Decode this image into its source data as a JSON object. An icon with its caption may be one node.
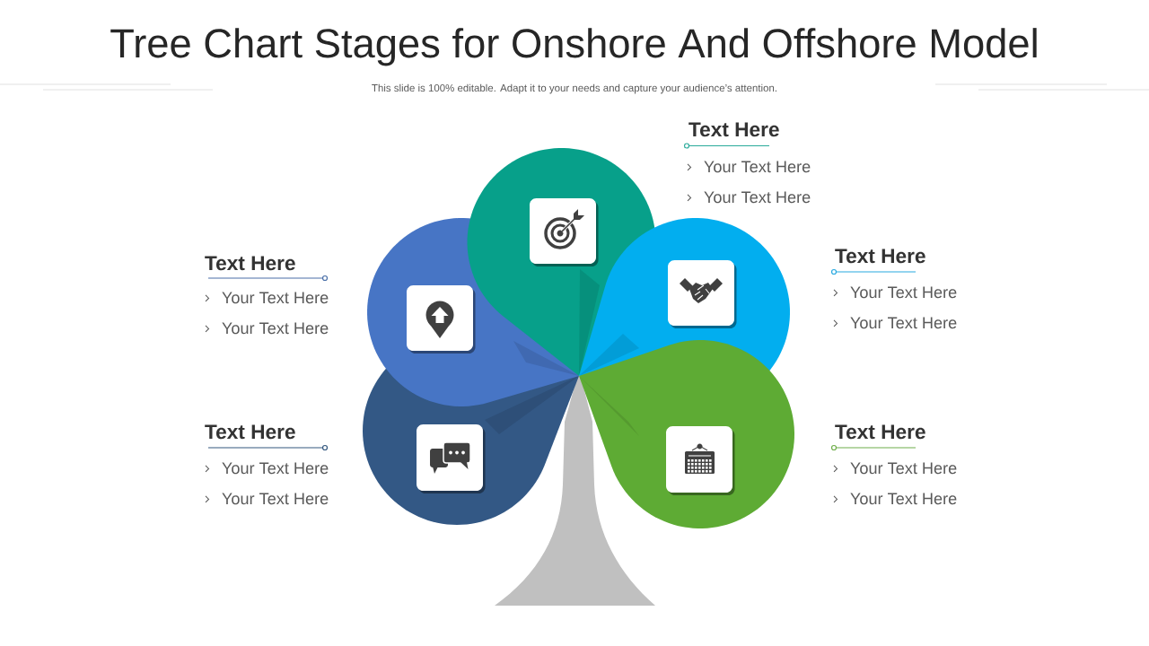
{
  "diagram": {
    "title": "Tree Chart Stages for Onshore And Offshore Model",
    "nodes": [
      {
        "text": [
          "Text Here",
          "Your Text Here",
          "Your Text Here"
        ]
      },
      {
        "text": [
          "Text Here",
          "Your Text Here",
          "Your Text Here"
        ]
      },
      {
        "text": [
          "Text Here",
          "Your Text Here",
          "Your Text Here"
        ]
      },
      {
        "text": [
          "Text Here",
          "Your Text Here",
          "Your Text Here"
        ]
      },
      {
        "text": [
          "Text Here",
          "Your Text Here",
          "Your Text Here"
        ]
      },
      {
        "text": [],
        "shape": "trunk"
      }
    ],
    "labels": [
      "This slide is 100% editable. Adapt it to your needs and capture your audience’s attention."
    ]
  }
}
